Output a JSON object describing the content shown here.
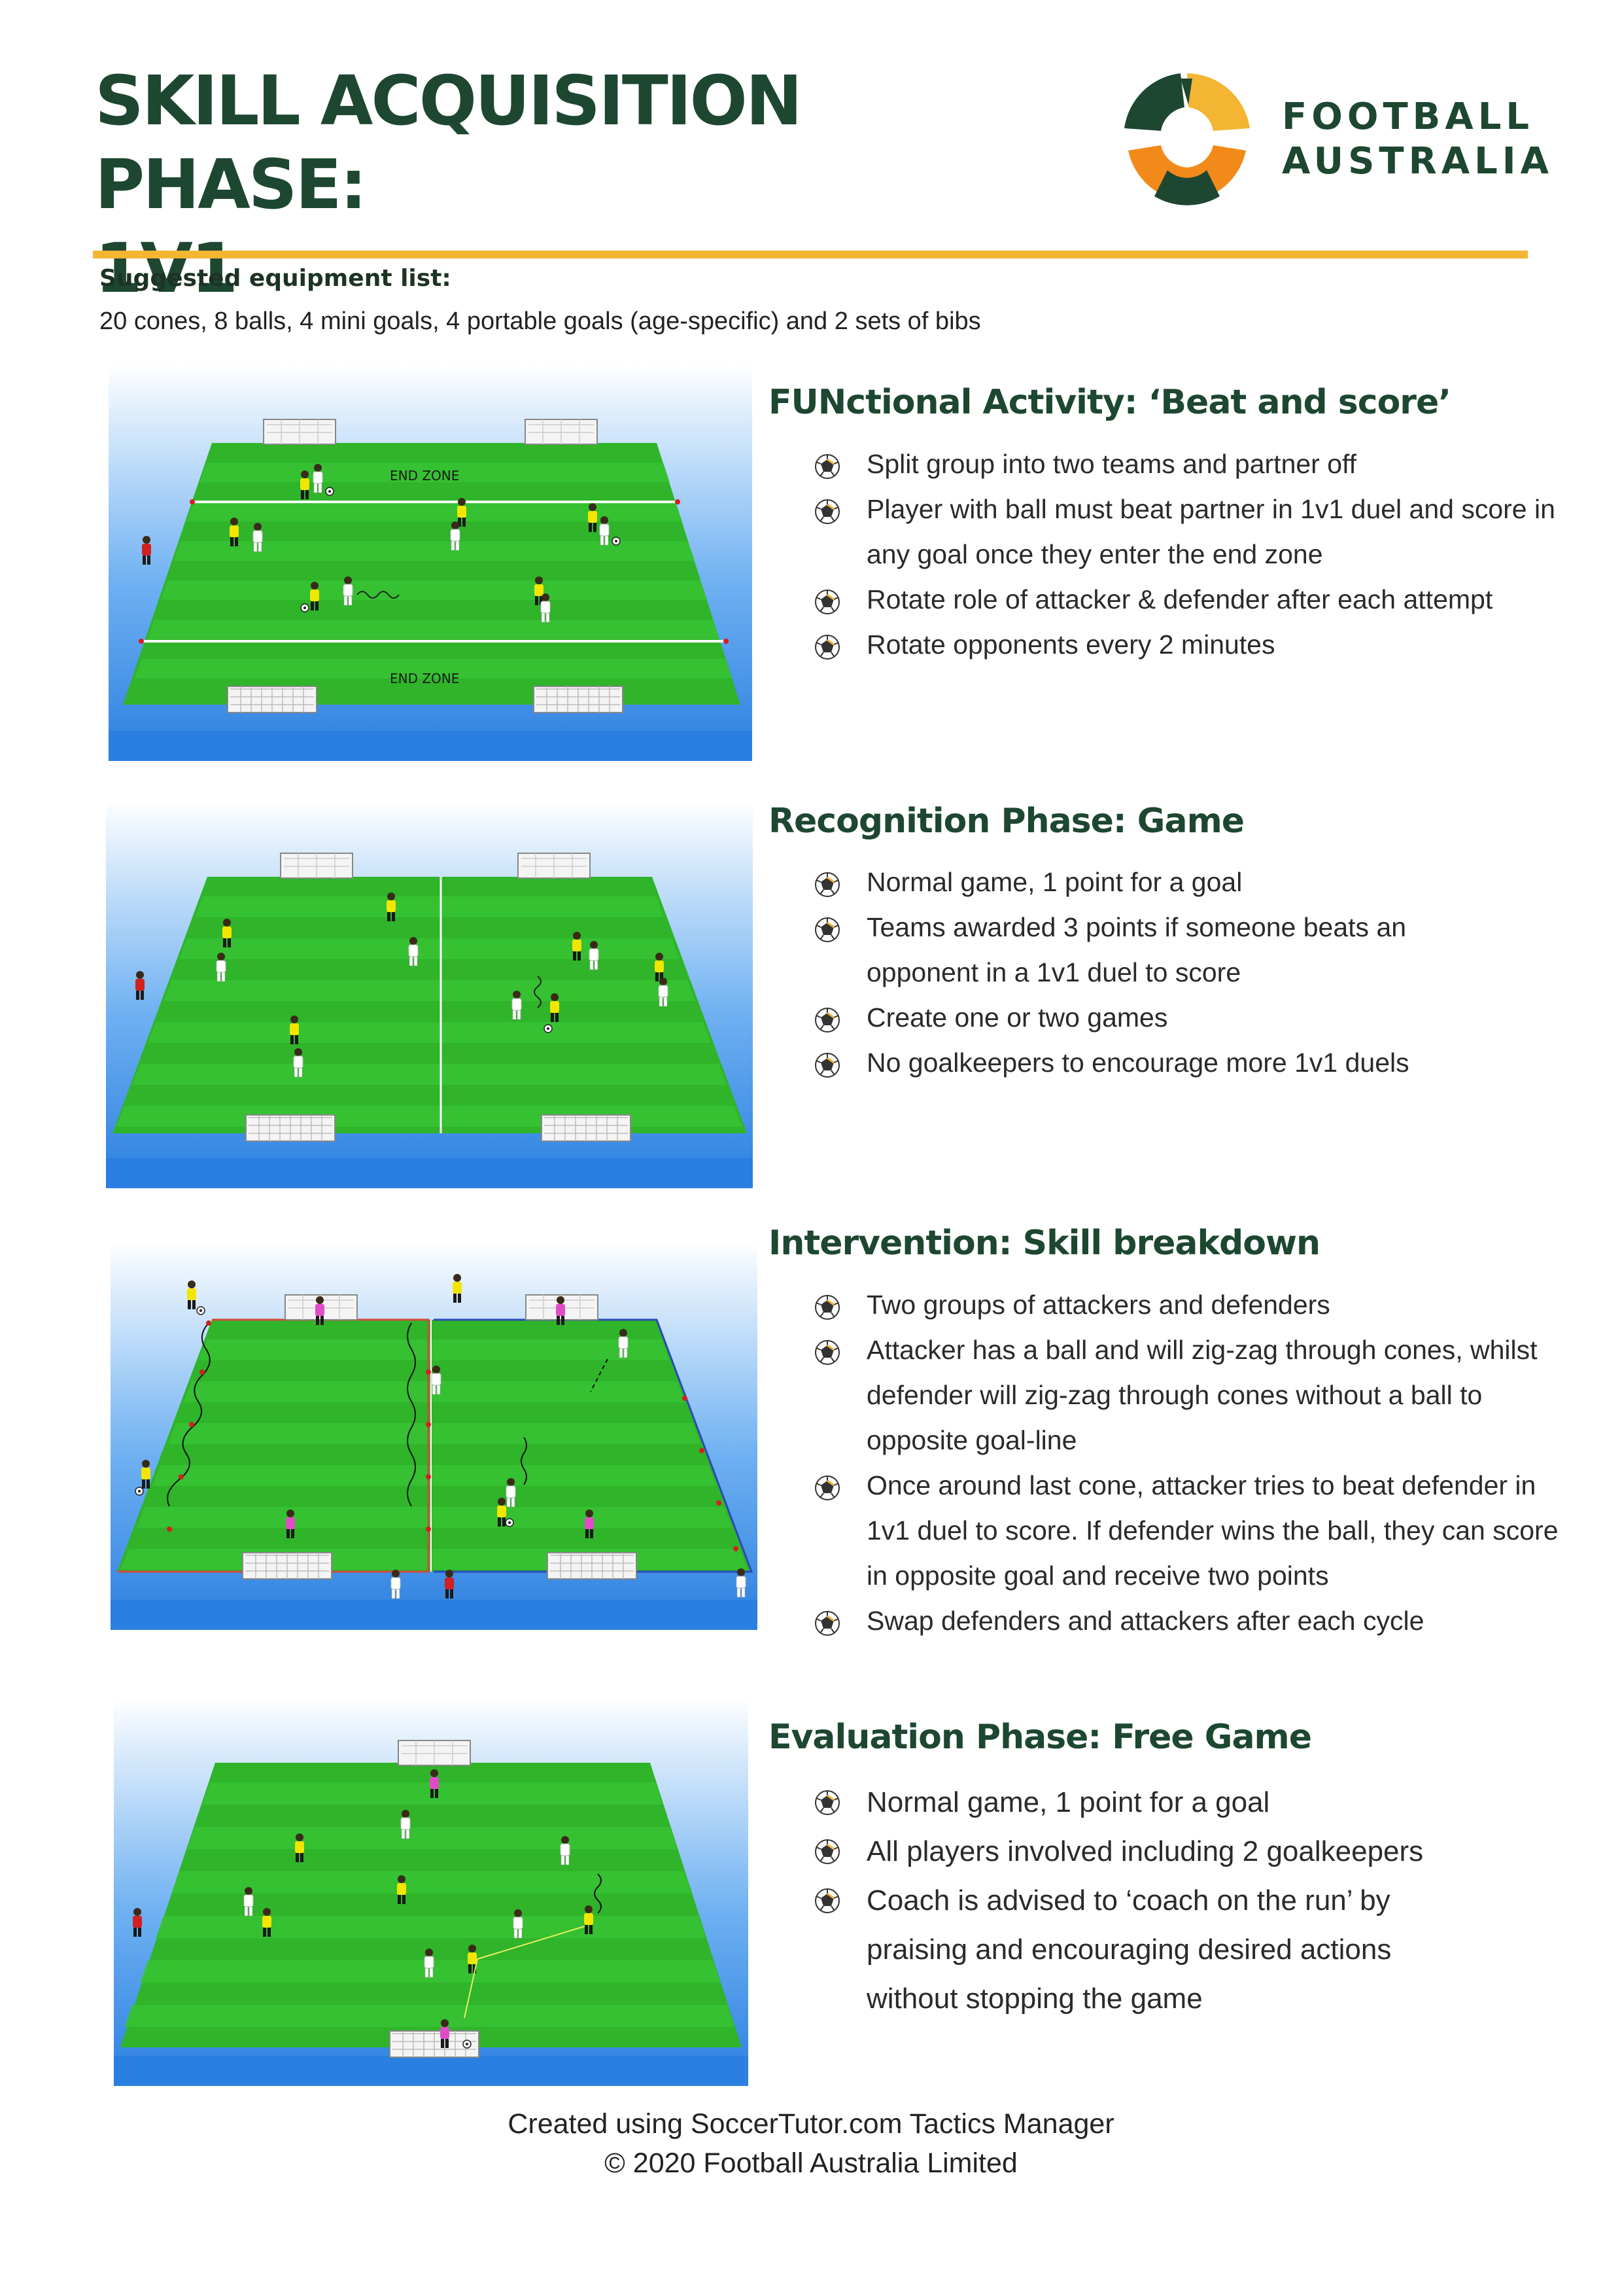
{
  "header": {
    "title_line1": "SKILL ACQUISITION PHASE:",
    "title_line2": "1V1",
    "logo_line1": "FOOTBALL",
    "logo_line2": "AUSTRALIA",
    "logo_icon": "football-australia-logo"
  },
  "equipment": {
    "label": "Suggested equipment list:",
    "text": "20 cones, 8 balls, 4 mini goals, 4 portable goals (age-specific) and 2 sets of bibs"
  },
  "sections": [
    {
      "title": "FUNctional Activity: ‘Beat and score’",
      "zone_label": "END ZONE",
      "bullets": [
        "Split group into two teams and partner off",
        "Player with ball must beat partner in 1v1 duel and score in any goal once they enter the end zone",
        "Rotate role of attacker & defender after each attempt",
        "Rotate opponents every 2 minutes"
      ]
    },
    {
      "title": "Recognition Phase: Game",
      "bullets": [
        "Normal game, 1 point for a goal",
        "Teams awarded 3 points if someone beats an opponent in a 1v1 duel to score",
        "Create one or two games",
        "No goalkeepers to encourage more 1v1 duels"
      ]
    },
    {
      "title": "Intervention: Skill breakdown",
      "bullets": [
        "Two groups of attackers and defenders",
        "Attacker has a ball and will zig-zag through cones, whilst defender will zig-zag through cones without a ball to opposite goal-line",
        "Once around last cone, attacker tries to beat defender in 1v1 duel to score. If defender wins the ball, they can score in opposite goal and receive two points",
        "Swap defenders and attackers after each cycle"
      ]
    },
    {
      "title": "Evaluation Phase: Free Game",
      "bullets": [
        "Normal game, 1 point for a goal",
        "All players involved including 2 goalkeepers",
        "Coach is advised to ‘coach on the run’ by praising and encouraging desired actions without stopping the game"
      ]
    }
  ],
  "footer": {
    "line1": "Created using SoccerTutor.com Tactics Manager",
    "line2": "© 2020 Football Australia Limited"
  },
  "colors": {
    "title_green": "#1d4730",
    "accent_gold": "#f4b533",
    "pitch_green": "#2fb42a",
    "sky_blue": "#3d8fe8",
    "team_yellow": "#f2e600",
    "team_white": "#ffffff",
    "goalkeeper_pink": "#e04cc8",
    "coach_red": "#d22020"
  }
}
